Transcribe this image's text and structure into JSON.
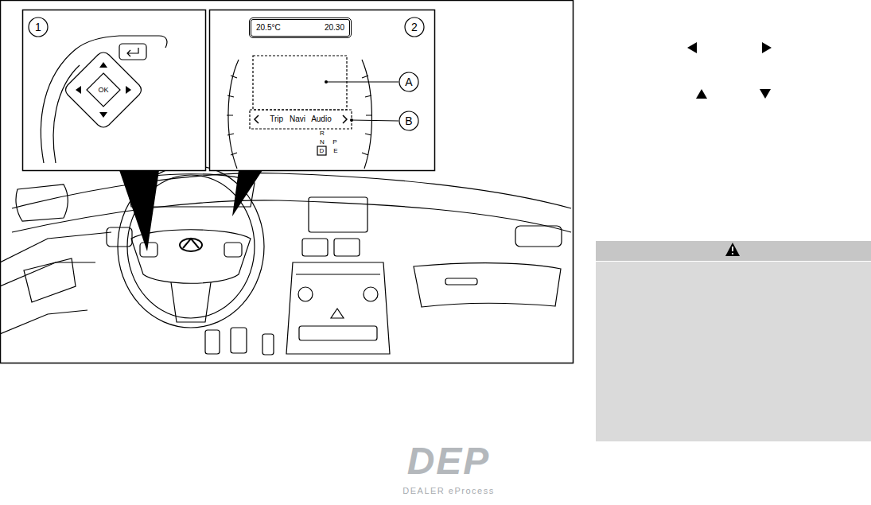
{
  "diagram": {
    "nodes": [
      {
        "text": [
          "20.5°C",
          "20.30"
        ]
      },
      {
        "text": [
          "Trip Navi Audio"
        ]
      }
    ],
    "labels": [
      "1",
      "2",
      "A",
      "B",
      "OK",
      "R",
      "N",
      "P",
      "D",
      "E",
      "DEP",
      "DEALER eProcess"
    ]
  }
}
